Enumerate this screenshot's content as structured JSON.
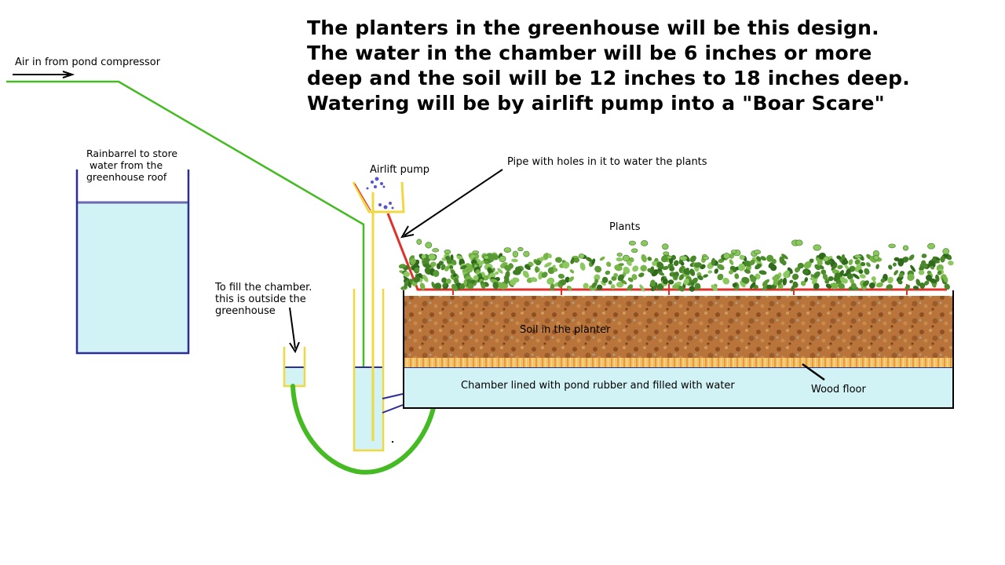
{
  "title_lines": [
    "The planters in the greenhouse will be this design.",
    "The water in the chamber will be 6 inches or more",
    "deep and the soil will be 12 inches to 18 inches deep.",
    "Watering will be by airlift pump into a \"Boar Scare\""
  ],
  "labels": {
    "air_in": "Air in from pond compressor",
    "rainbarrel": [
      "Rainbarrel to store",
      " water from the",
      "greenhouse roof"
    ],
    "airlift_pump": "Airlift pump",
    "pipe_holes": "Pipe with holes in it to water the plants",
    "plants": "Plants",
    "fill_chamber": [
      "To fill the chamber.",
      "this is outside the",
      "greenhouse"
    ],
    "soil": "Soil in the planter",
    "chamber": "Chamber lined with pond rubber and filled with water",
    "wood_floor": "Wood floor"
  },
  "colors": {
    "air_line": "#44bb22",
    "water": "#d2f3f6",
    "water_outline": "#2c2c9a",
    "water_surface": "#6a6ab0",
    "pump_pipe": "#f0d840",
    "watering_pipe": "#e0302a",
    "soil": "#b8743a",
    "wood": "#f2c066",
    "foliage": "#4a8a2a",
    "planter_outline": "#000000"
  }
}
